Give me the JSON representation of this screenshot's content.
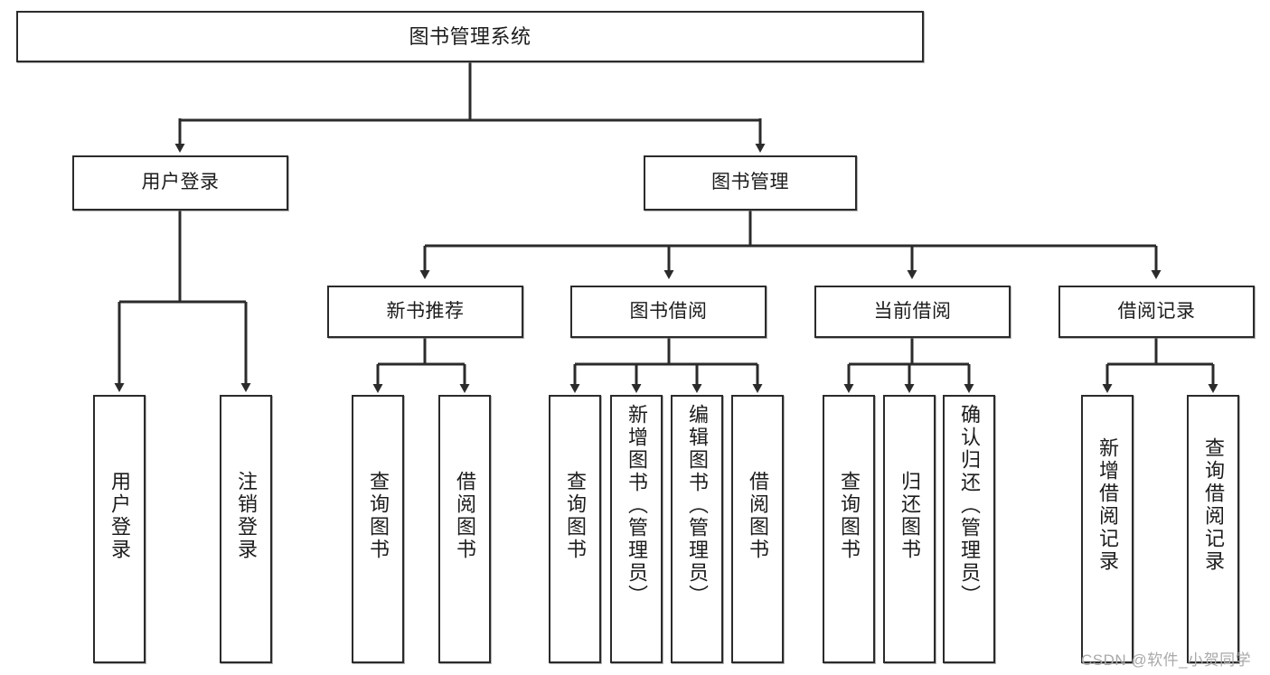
{
  "diagram": {
    "type": "tree",
    "title": "图书管理系统",
    "root": {
      "id": "root",
      "label": "图书管理系统"
    },
    "level2": [
      {
        "id": "user-login",
        "label": "用户登录"
      },
      {
        "id": "book-manage",
        "label": "图书管理"
      }
    ],
    "level3": [
      {
        "id": "new-book-recommend",
        "label": "新书推荐",
        "parent": "book-manage"
      },
      {
        "id": "book-borrow",
        "label": "图书借阅",
        "parent": "book-manage"
      },
      {
        "id": "current-borrow",
        "label": "当前借阅",
        "parent": "book-manage"
      },
      {
        "id": "borrow-record",
        "label": "借阅记录",
        "parent": "book-manage"
      }
    ],
    "leaves": [
      {
        "id": "leaf-user-login",
        "label": "用户登录",
        "parent": "user-login"
      },
      {
        "id": "leaf-logout-login",
        "label": "注销登录",
        "parent": "user-login"
      },
      {
        "id": "leaf-query-book-1",
        "label": "查询图书",
        "parent": "new-book-recommend"
      },
      {
        "id": "leaf-borrow-book-1",
        "label": "借阅图书",
        "parent": "new-book-recommend"
      },
      {
        "id": "leaf-query-book-2",
        "label": "查询图书",
        "parent": "book-borrow"
      },
      {
        "id": "leaf-add-book",
        "label": "新增图书（管理员）",
        "parent": "book-borrow"
      },
      {
        "id": "leaf-edit-book",
        "label": "编辑图书（管理员）",
        "parent": "book-borrow"
      },
      {
        "id": "leaf-borrow-book-2",
        "label": "借阅图书",
        "parent": "book-borrow"
      },
      {
        "id": "leaf-query-book-3",
        "label": "查询图书",
        "parent": "current-borrow"
      },
      {
        "id": "leaf-return-book",
        "label": "归还图书",
        "parent": "current-borrow"
      },
      {
        "id": "leaf-confirm-return",
        "label": "确认归还（管理员）",
        "parent": "current-borrow"
      },
      {
        "id": "leaf-add-record",
        "label": "新增借阅记录",
        "parent": "borrow-record"
      },
      {
        "id": "leaf-query-record",
        "label": "查询借阅记录",
        "parent": "borrow-record"
      }
    ],
    "colors": {
      "box_border": "#2b2b2b",
      "box_fill": "#ffffff",
      "connector": "#2b2b2b",
      "text": "#1c1c1c",
      "watermark": "#a9a9a9"
    }
  },
  "watermark": {
    "text": "CSDN @软件_小贺同学"
  }
}
